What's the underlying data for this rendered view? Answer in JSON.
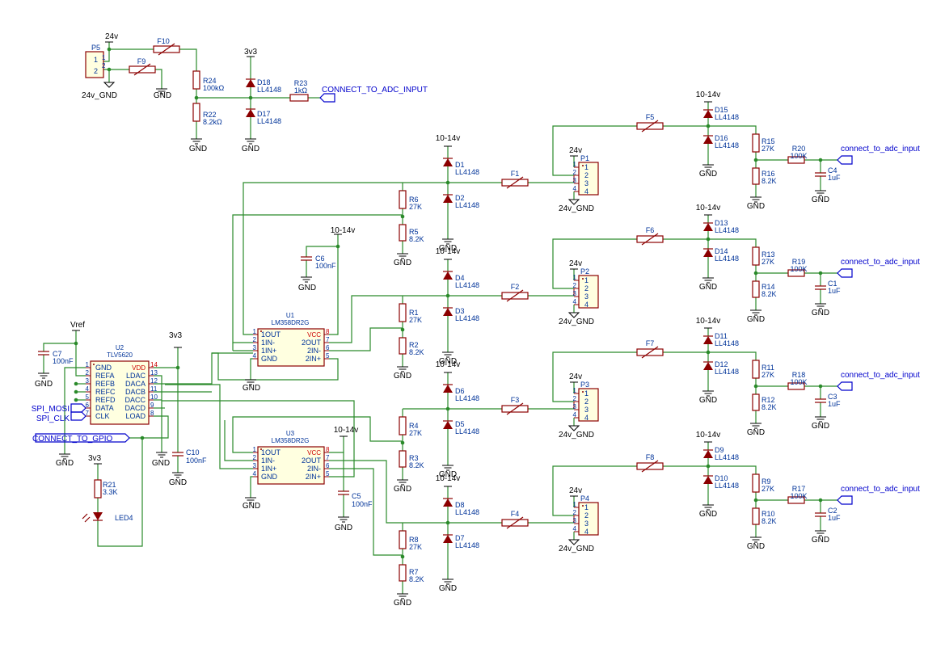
{
  "power": {
    "p24v": "24v",
    "p3v3": "3v3",
    "p1014": "10-14v",
    "gnd": "GND",
    "g24": "24v_GND",
    "vref": "Vref"
  },
  "nets": {
    "adc_top": "CONNECT_TO_ADC_INPUT",
    "adc_ch": "connect_to_adc_input",
    "gpio": "CONNECT_TO_GPIO",
    "mosi": "SPI_MOSI",
    "clk": "SPI_CLK"
  },
  "parts": {
    "LL": "LL4148",
    "LM": "LM358DR2G",
    "TLV": "TLV5620",
    "R27": "27K",
    "R82": "8.2K",
    "R100": "100K",
    "C1u": "1uF",
    "C100": "100nF",
    "R3k3": "3.3K",
    "R100kO": "100kΩ",
    "R82kO": "8.2kΩ",
    "R1kO": "1kΩ",
    "P5": "P5",
    "F9": "F9",
    "F10": "F10",
    "R24": "R24",
    "R22": "R22",
    "R23": "R23",
    "D17": "D17",
    "D18": "D18",
    "U1": "U1",
    "U2": "U2",
    "U3": "U3",
    "C5": "C5",
    "C6": "C6",
    "C7": "C7",
    "C10": "C10",
    "R21": "R21",
    "LED4": "LED4",
    "D1": "D1",
    "D2": "D2",
    "D3": "D3",
    "D4": "D4",
    "D5": "D5",
    "D6": "D6",
    "D7": "D7",
    "D8": "D8",
    "D9": "D9",
    "D10": "D10",
    "D11": "D11",
    "D12": "D12",
    "D13": "D13",
    "D14": "D14",
    "D15": "D15",
    "D16": "D16",
    "R1": "R1",
    "R2": "R2",
    "R3": "R3",
    "R4": "R4",
    "R5": "R5",
    "R6": "R6",
    "R7": "R7",
    "R8": "R8",
    "R9": "R9",
    "R10": "R10",
    "R11": "R11",
    "R12": "R12",
    "R13": "R13",
    "R14": "R14",
    "R15": "R15",
    "R16": "R16",
    "R17": "R17",
    "R18": "R18",
    "R19": "R19",
    "R20": "R20",
    "F1": "F1",
    "F2": "F2",
    "F3": "F3",
    "F4": "F4",
    "F5": "F5",
    "F6": "F6",
    "F7": "F7",
    "F8": "F8",
    "C1": "C1",
    "C2": "C2",
    "C3": "C3",
    "C4": "C4",
    "P1": "P1",
    "P2": "P2",
    "P3": "P3",
    "P4": "P4"
  },
  "pins": {
    "n1": "1",
    "n2": "2",
    "n3": "3",
    "n4": "4",
    "n5": "5",
    "n6": "6",
    "n7": "7",
    "n8": "8",
    "n9": "9",
    "n10": "10",
    "n11": "11",
    "n12": "12",
    "n13": "13",
    "n14": "14",
    "opamp": [
      "1OUT",
      "1IN-",
      "1IN+",
      "GND",
      "VCC",
      "2OUT",
      "2IN-",
      "2IN+"
    ],
    "dac_left": [
      "GND",
      "REFA",
      "REFB",
      "REFC",
      "REFD",
      "DATA",
      "CLK"
    ],
    "dac_right": [
      "VDD",
      "LDAC",
      "DACA",
      "DACB",
      "DACC",
      "DACD",
      "LOAD"
    ]
  }
}
